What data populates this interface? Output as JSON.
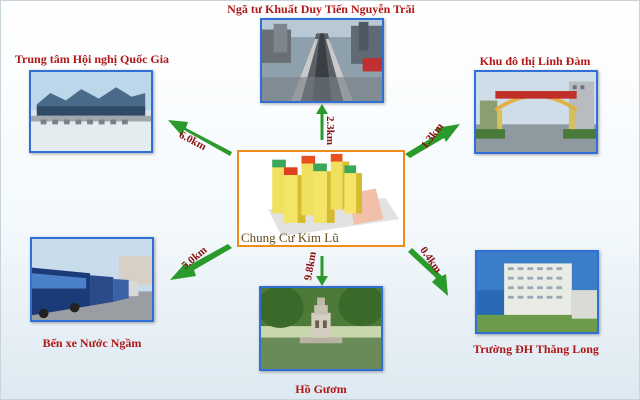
{
  "center": {
    "caption": "Chung Cư Kim Lũ"
  },
  "locations": {
    "top": {
      "label": "Ngã tư Khuất Duy Tiến Nguyễn Trãi",
      "distance": "2.3km"
    },
    "top_left": {
      "label": "Trung tâm Hội nghị Quốc Gia",
      "distance": "6.0km"
    },
    "top_right": {
      "label": "Khu đô thị Linh Đàm",
      "distance": "1.3km"
    },
    "bottom_left": {
      "label": "Bến xe Nước Ngầm",
      "distance": "5.0km"
    },
    "bottom": {
      "label": "Hồ Gươm",
      "distance": "9.8km"
    },
    "bottom_right": {
      "label": "Trường ĐH Thăng Long",
      "distance": "0.4km"
    }
  },
  "colors": {
    "arrow": "#2a9a2a",
    "label": "#b01818",
    "photo_border": "#2f6fd6",
    "center_border": "#f08a1a"
  }
}
